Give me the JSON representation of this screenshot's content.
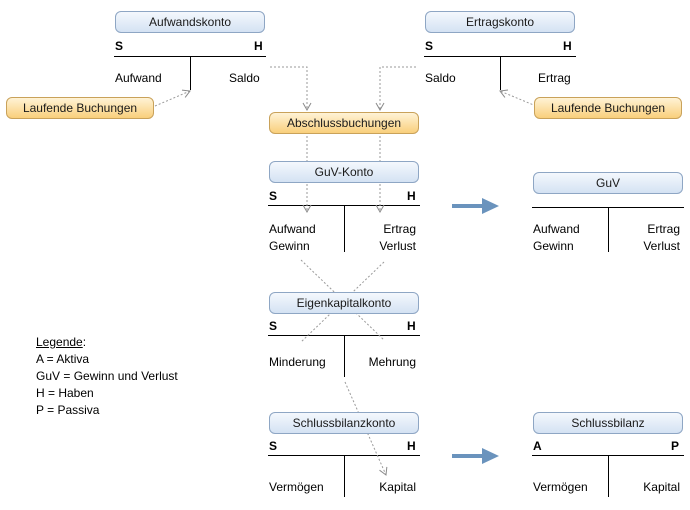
{
  "accounts": {
    "aufwandskonto": {
      "title": "Aufwandskonto",
      "debit": "S",
      "credit": "H",
      "left": "Aufwand",
      "right": "Saldo"
    },
    "ertragskonto": {
      "title": "Ertragskonto",
      "debit": "S",
      "credit": "H",
      "left": "Saldo",
      "right": "Ertrag"
    },
    "guv_konto": {
      "title": "GuV-Konto",
      "debit": "S",
      "credit": "H",
      "left1": "Aufwand",
      "left2": "Gewinn",
      "right1": "Ertrag",
      "right2": "Verlust"
    },
    "guv": {
      "title": "GuV",
      "left1": "Aufwand",
      "left2": "Gewinn",
      "right1": "Ertrag",
      "right2": "Verlust"
    },
    "eigenkapitalkonto": {
      "title": "Eigenkapitalkonto",
      "debit": "S",
      "credit": "H",
      "left": "Minderung",
      "right": "Mehrung"
    },
    "schlussbilanzkonto": {
      "title": "Schlussbilanzkonto",
      "debit": "S",
      "credit": "H",
      "left": "Vermögen",
      "right": "Kapital"
    },
    "schlussbilanz": {
      "title": "Schlussbilanz",
      "debit": "A",
      "credit": "P",
      "left": "Vermögen",
      "right": "Kapital"
    }
  },
  "postings": {
    "laufende_left": "Laufende Buchungen",
    "laufende_right": "Laufende Buchungen",
    "abschluss": "Abschlussbuchungen"
  },
  "legend": {
    "title": "Legende",
    "colon": ":",
    "items": [
      "A = Aktiva",
      "GuV = Gewinn und Verlust",
      "H = Haben",
      "P = Passiva"
    ]
  },
  "colors": {
    "box_border": "#8ea6c4",
    "posting_fill": "#f9cf7c",
    "dotted_arrow": "#9a9a9a",
    "big_arrow": "#6a93bd"
  }
}
